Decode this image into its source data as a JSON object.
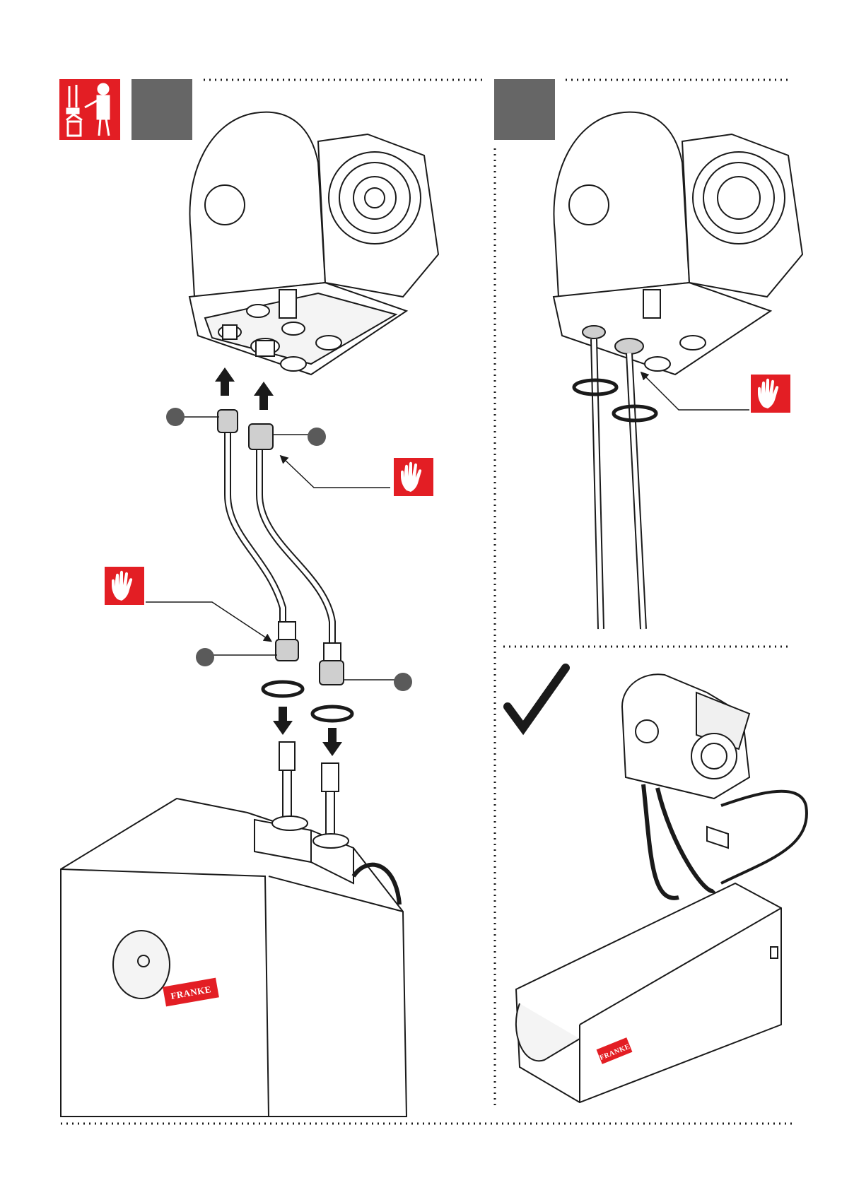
{
  "page": {
    "title": "",
    "brand_label": "FRANKE"
  },
  "colors": {
    "warning_red": "#e31e24",
    "step_gray": "#666666",
    "line": "#1a1a1a",
    "callout_dot": "#5a5a5a"
  },
  "icons": {
    "tools_installer": "tools-installer-icon",
    "caution_hand": "caution-hand-icon",
    "checkmark": "checkmark-icon",
    "rotate": "rotate-arrow-icon",
    "arrow_up": "arrow-up-icon",
    "arrow_down": "arrow-down-icon"
  },
  "steps": [
    {
      "id": "step-1",
      "number": ""
    },
    {
      "id": "step-2",
      "number": ""
    }
  ]
}
